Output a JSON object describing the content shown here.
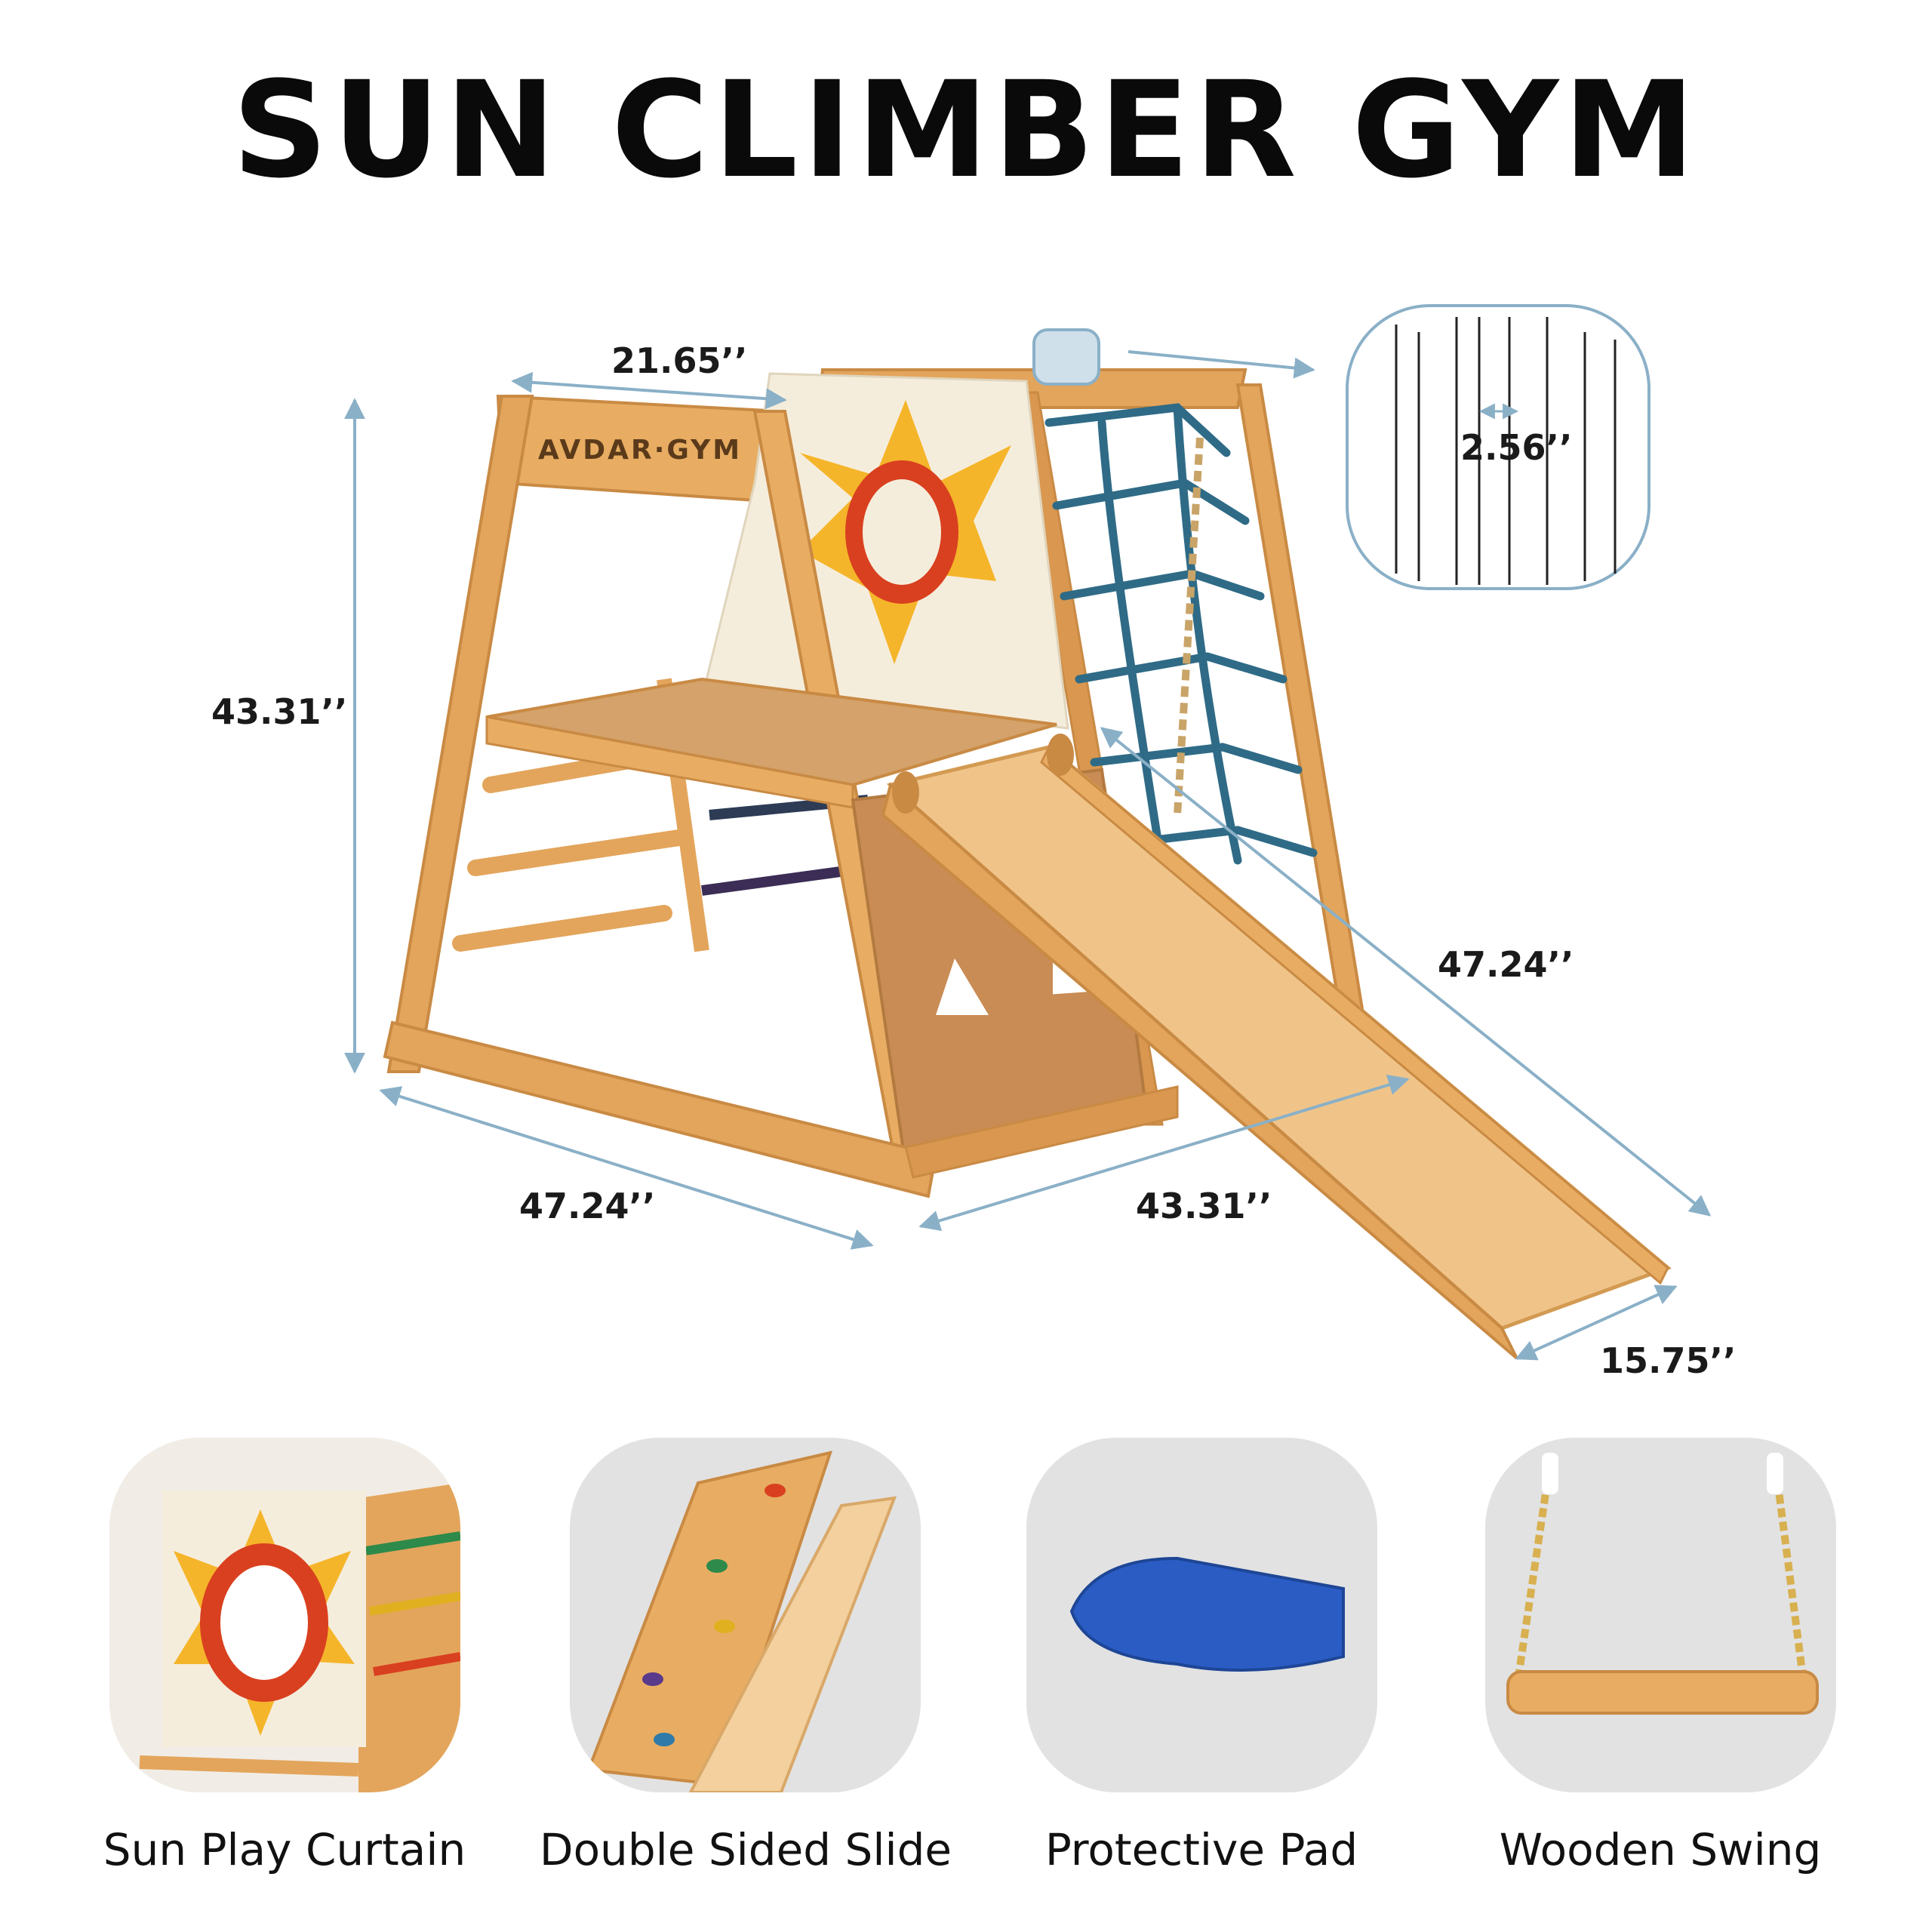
{
  "title": "SUN CLIMBER GYM",
  "brand_mark": "AVDAR·GYM",
  "dimensions": {
    "top_width": "21.65’’",
    "height": "43.31’’",
    "base_depth": "47.24’’",
    "base_width": "43.31’’",
    "slide_length": "47.24’’",
    "slide_width": "15.75’’",
    "net_spacing": "2.56’’"
  },
  "features": [
    {
      "label": "Sun Play Curtain",
      "icon": "sun-curtain-icon"
    },
    {
      "label": "Double Sided Slide",
      "icon": "slide-icon"
    },
    {
      "label": "Protective Pad",
      "icon": "pad-icon"
    },
    {
      "label": "Wooden Swing",
      "icon": "swing-icon"
    }
  ],
  "colors": {
    "wood": "#e3a55c",
    "wood_dark": "#c98a44",
    "slide": "#f0c489",
    "curtain": "#f5eddc",
    "sun_yellow": "#f5b52a",
    "sun_red": "#d9401f",
    "net": "#2f6b86",
    "dimension_line": "#8ab0c7",
    "pad": "#2a5cc4",
    "card_bg": "#e2e2e2"
  }
}
